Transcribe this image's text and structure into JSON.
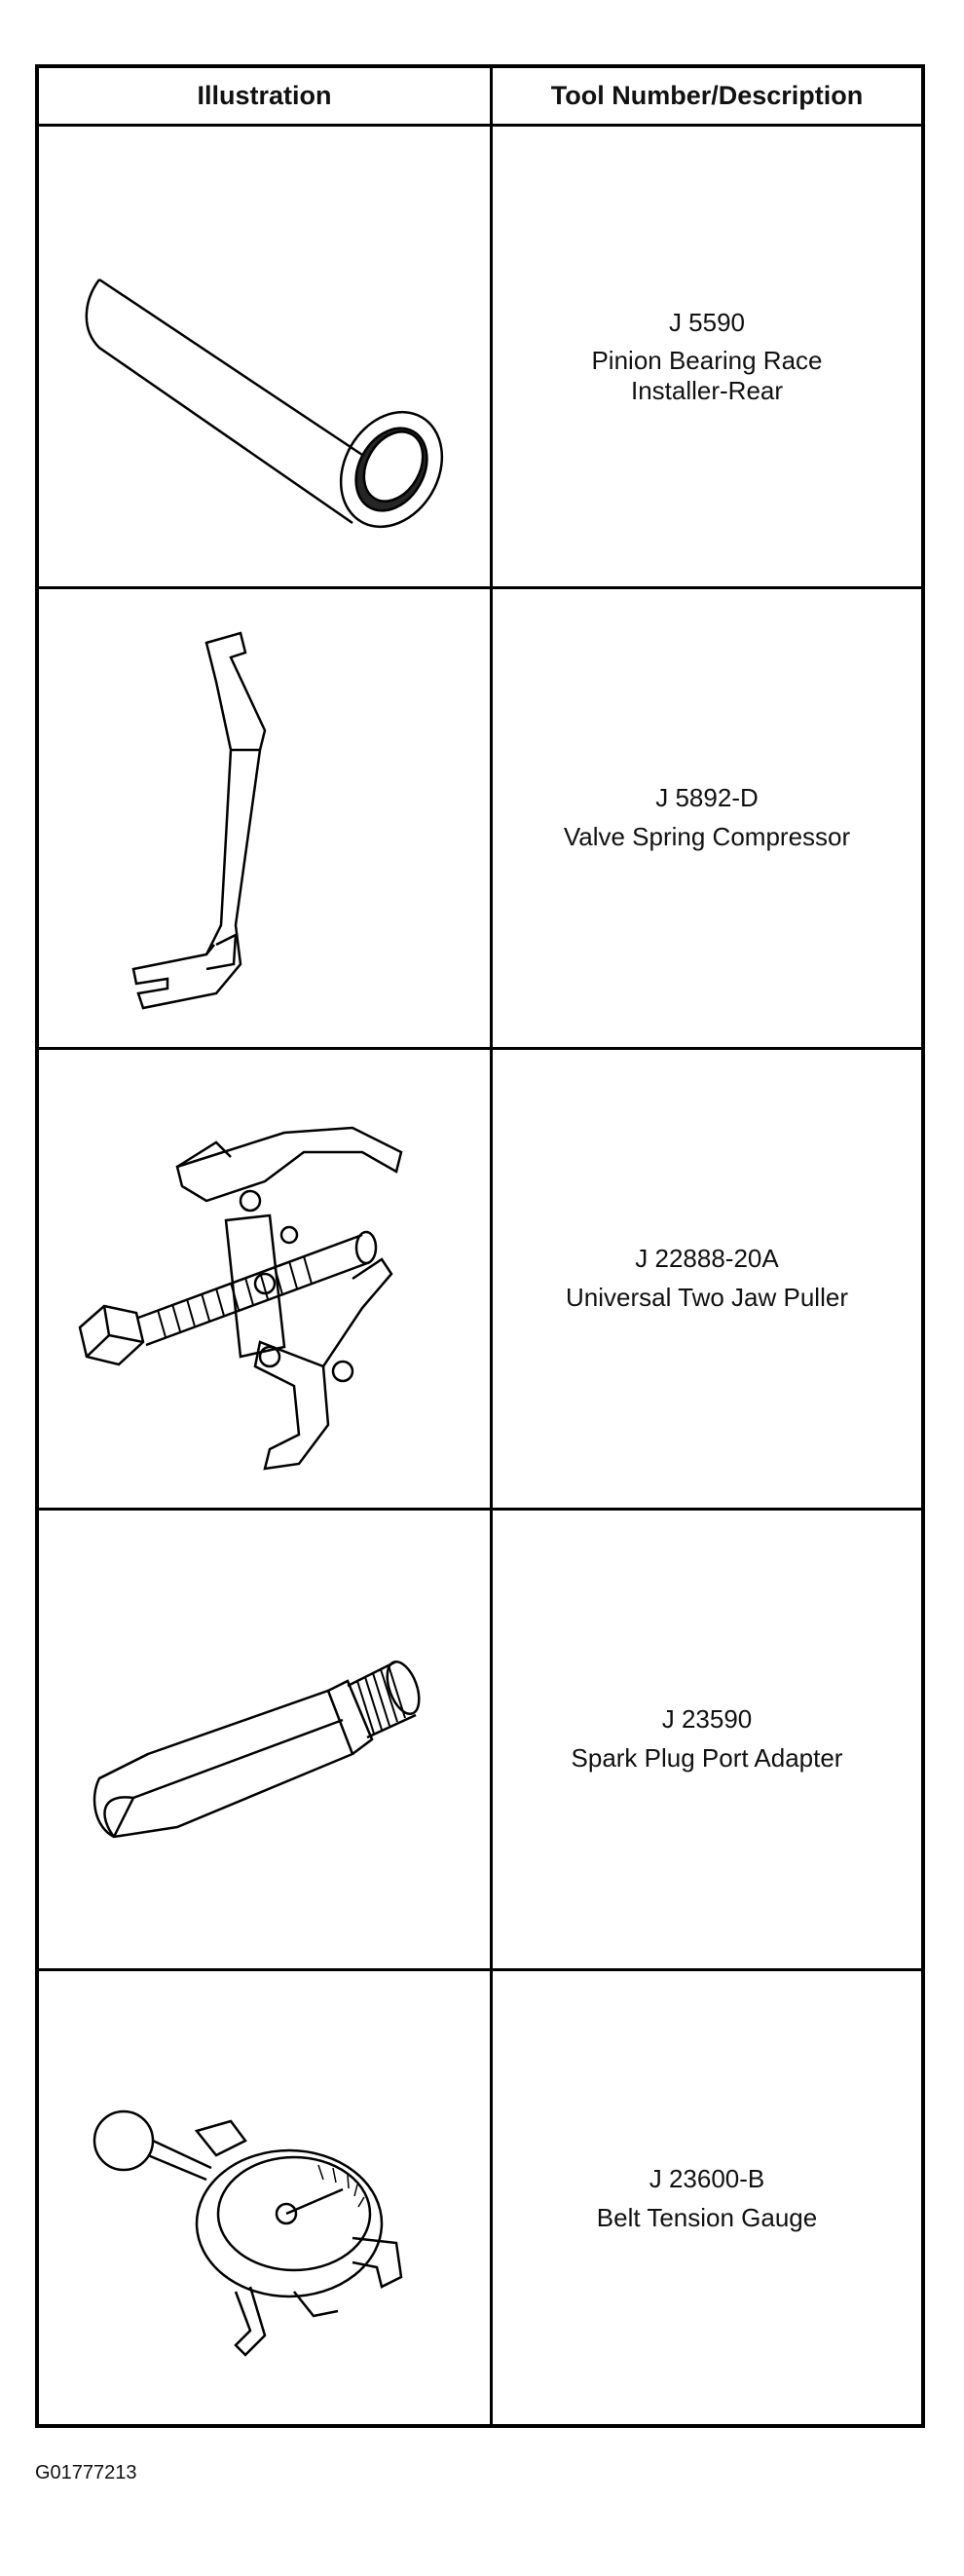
{
  "table": {
    "headers": {
      "illustration": "Illustration",
      "tool": "Tool Number/Description"
    },
    "rows": [
      {
        "number": "J 5590",
        "desc_line1": "Pinion Bearing Race",
        "desc_line2": "Installer-Rear",
        "icon": "cylinder-tool-icon"
      },
      {
        "number": "J 5892-D",
        "desc_line1": "Valve Spring Compressor",
        "desc_line2": "",
        "icon": "lever-compressor-icon"
      },
      {
        "number": "J 22888-20A",
        "desc_line1": "Universal Two Jaw Puller",
        "desc_line2": "",
        "icon": "jaw-puller-icon"
      },
      {
        "number": "J 23590",
        "desc_line1": "Spark Plug Port Adapter",
        "desc_line2": "",
        "icon": "port-adapter-icon"
      },
      {
        "number": "J 23600-B",
        "desc_line1": "Belt Tension Gauge",
        "desc_line2": "",
        "icon": "tension-gauge-icon"
      }
    ]
  },
  "footer": {
    "code": "G01777213"
  }
}
